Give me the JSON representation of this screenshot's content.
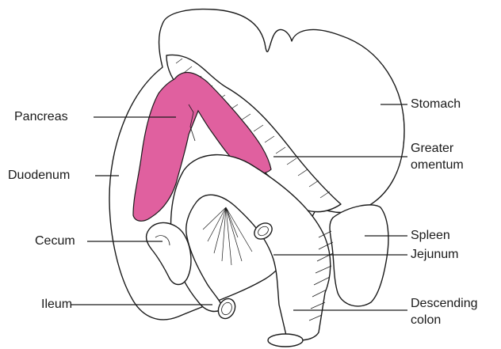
{
  "labels": {
    "pancreas": "Pancreas",
    "duodenum": "Duodenum",
    "cecum": "Cecum",
    "ileum": "Ileum",
    "stomach": "Stomach",
    "greater_omentum_line1": "Greater",
    "greater_omentum_line2": "omentum",
    "spleen": "Spleen",
    "jejunum": "Jejunum",
    "descending_colon_line1": "Descending",
    "descending_colon_line2": "colon"
  },
  "colors": {
    "pancreas": "#e0609f",
    "outline": "#1a1a1a",
    "background": "#ffffff"
  }
}
